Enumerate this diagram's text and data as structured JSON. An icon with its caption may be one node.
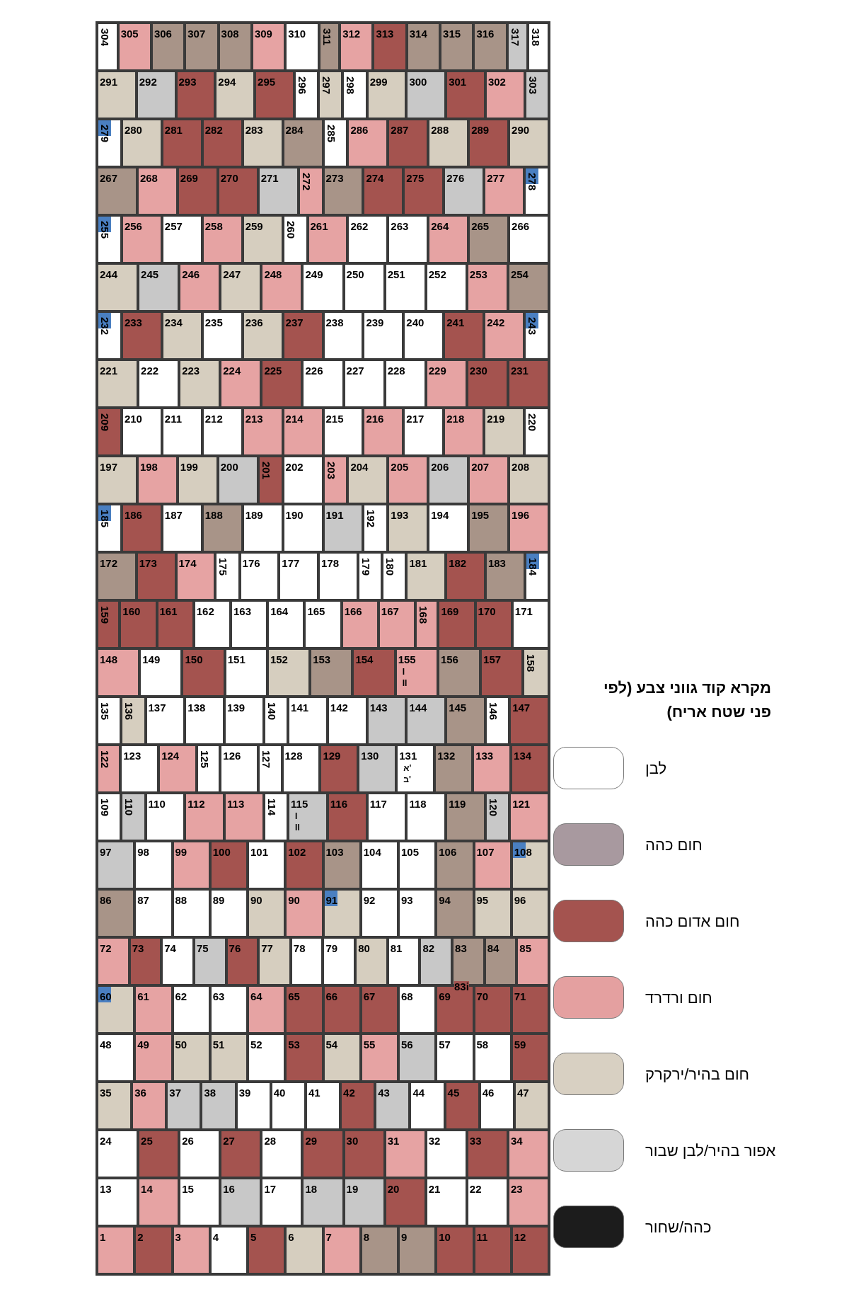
{
  "diagram": {
    "title": "מקרא קוד גווני צבע (לפי פני שטח אריח)",
    "nodes": [
      {
        "text": [
          "304"
        ]
      },
      {
        "text": [
          "305"
        ]
      },
      {
        "text": [
          "306"
        ]
      },
      {
        "text": [
          "307"
        ]
      },
      {
        "text": [
          "308"
        ]
      },
      {
        "text": [
          "309"
        ]
      },
      {
        "text": [
          "310"
        ]
      },
      {
        "text": [
          "311"
        ]
      },
      {
        "text": [
          "312"
        ]
      },
      {
        "text": [
          "313"
        ]
      },
      {
        "text": [
          "314"
        ]
      },
      {
        "text": [
          "315"
        ]
      },
      {
        "text": [
          "316"
        ]
      },
      {
        "text": [
          "317"
        ]
      },
      {
        "text": [
          "318"
        ]
      },
      {
        "text": [
          "291"
        ]
      },
      {
        "text": [
          "292"
        ]
      },
      {
        "text": [
          "293"
        ]
      },
      {
        "text": [
          "294"
        ]
      },
      {
        "text": [
          "295"
        ]
      },
      {
        "text": [
          "296"
        ]
      },
      {
        "text": [
          "297"
        ]
      },
      {
        "text": [
          "298"
        ]
      },
      {
        "text": [
          "299"
        ]
      },
      {
        "text": [
          "300"
        ]
      },
      {
        "text": [
          "301"
        ]
      },
      {
        "text": [
          "302"
        ]
      },
      {
        "text": [
          "303"
        ]
      },
      {
        "text": [
          "279"
        ]
      },
      {
        "text": [
          "280"
        ]
      },
      {
        "text": [
          "281"
        ]
      },
      {
        "text": [
          "282"
        ]
      },
      {
        "text": [
          "283"
        ]
      },
      {
        "text": [
          "284"
        ]
      },
      {
        "text": [
          "285"
        ]
      },
      {
        "text": [
          "286"
        ]
      },
      {
        "text": [
          "287"
        ]
      },
      {
        "text": [
          "288"
        ]
      },
      {
        "text": [
          "289"
        ]
      },
      {
        "text": [
          "290"
        ]
      },
      {
        "text": [
          "267"
        ]
      },
      {
        "text": [
          "268"
        ]
      },
      {
        "text": [
          "269"
        ]
      },
      {
        "text": [
          "270"
        ]
      },
      {
        "text": [
          "271"
        ]
      },
      {
        "text": [
          "272"
        ]
      },
      {
        "text": [
          "273"
        ]
      },
      {
        "text": [
          "274"
        ]
      },
      {
        "text": [
          "275"
        ]
      },
      {
        "text": [
          "276"
        ]
      },
      {
        "text": [
          "277"
        ]
      },
      {
        "text": [
          "278"
        ]
      },
      {
        "text": [
          "255"
        ]
      },
      {
        "text": [
          "256"
        ]
      },
      {
        "text": [
          "257"
        ]
      },
      {
        "text": [
          "258"
        ]
      },
      {
        "text": [
          "259"
        ]
      },
      {
        "text": [
          "260"
        ]
      },
      {
        "text": [
          "261"
        ]
      },
      {
        "text": [
          "262"
        ]
      },
      {
        "text": [
          "263"
        ]
      },
      {
        "text": [
          "264"
        ]
      },
      {
        "text": [
          "265"
        ]
      },
      {
        "text": [
          "266"
        ]
      },
      {
        "text": [
          "244"
        ]
      },
      {
        "text": [
          "245"
        ]
      },
      {
        "text": [
          "246"
        ]
      },
      {
        "text": [
          "247"
        ]
      },
      {
        "text": [
          "248"
        ]
      },
      {
        "text": [
          "249"
        ]
      },
      {
        "text": [
          "250"
        ]
      },
      {
        "text": [
          "251"
        ]
      },
      {
        "text": [
          "252"
        ]
      },
      {
        "text": [
          "253"
        ]
      },
      {
        "text": [
          "254"
        ]
      },
      {
        "text": [
          "232"
        ]
      },
      {
        "text": [
          "233"
        ]
      },
      {
        "text": [
          "234"
        ]
      },
      {
        "text": [
          "235"
        ]
      },
      {
        "text": [
          "236"
        ]
      },
      {
        "text": [
          "237"
        ]
      },
      {
        "text": [
          "238"
        ]
      },
      {
        "text": [
          "239"
        ]
      },
      {
        "text": [
          "240"
        ]
      },
      {
        "text": [
          "241"
        ]
      },
      {
        "text": [
          "242"
        ]
      },
      {
        "text": [
          "243"
        ]
      },
      {
        "text": [
          "221"
        ]
      },
      {
        "text": [
          "222"
        ]
      },
      {
        "text": [
          "223"
        ]
      },
      {
        "text": [
          "224"
        ]
      },
      {
        "text": [
          "225"
        ]
      },
      {
        "text": [
          "226"
        ]
      },
      {
        "text": [
          "227"
        ]
      },
      {
        "text": [
          "228"
        ]
      },
      {
        "text": [
          "229"
        ]
      },
      {
        "text": [
          "230"
        ]
      },
      {
        "text": [
          "231"
        ]
      },
      {
        "text": [
          "209"
        ]
      },
      {
        "text": [
          "210"
        ]
      },
      {
        "text": [
          "211"
        ]
      },
      {
        "text": [
          "212"
        ]
      },
      {
        "text": [
          "213"
        ]
      },
      {
        "text": [
          "214"
        ]
      },
      {
        "text": [
          "215"
        ]
      },
      {
        "text": [
          "216"
        ]
      },
      {
        "text": [
          "217"
        ]
      },
      {
        "text": [
          "218"
        ]
      },
      {
        "text": [
          "219"
        ]
      },
      {
        "text": [
          "220"
        ]
      },
      {
        "text": [
          "197"
        ]
      },
      {
        "text": [
          "198"
        ]
      },
      {
        "text": [
          "199"
        ]
      },
      {
        "text": [
          "200"
        ]
      },
      {
        "text": [
          "201"
        ]
      },
      {
        "text": [
          "202"
        ]
      },
      {
        "text": [
          "203"
        ]
      },
      {
        "text": [
          "204"
        ]
      },
      {
        "text": [
          "205"
        ]
      },
      {
        "text": [
          "206"
        ]
      },
      {
        "text": [
          "207"
        ]
      },
      {
        "text": [
          "208"
        ]
      },
      {
        "text": [
          "185"
        ]
      },
      {
        "text": [
          "186"
        ]
      },
      {
        "text": [
          "187"
        ]
      },
      {
        "text": [
          "188"
        ]
      },
      {
        "text": [
          "189"
        ]
      },
      {
        "text": [
          "190"
        ]
      },
      {
        "text": [
          "191"
        ]
      },
      {
        "text": [
          "192"
        ]
      },
      {
        "text": [
          "193"
        ]
      },
      {
        "text": [
          "194"
        ]
      },
      {
        "text": [
          "195"
        ]
      },
      {
        "text": [
          "196"
        ]
      },
      {
        "text": [
          "172"
        ]
      },
      {
        "text": [
          "173"
        ]
      },
      {
        "text": [
          "174"
        ]
      },
      {
        "text": [
          "175"
        ]
      },
      {
        "text": [
          "176"
        ]
      },
      {
        "text": [
          "177"
        ]
      },
      {
        "text": [
          "178"
        ]
      },
      {
        "text": [
          "179"
        ]
      },
      {
        "text": [
          "180"
        ]
      },
      {
        "text": [
          "181"
        ]
      },
      {
        "text": [
          "182"
        ]
      },
      {
        "text": [
          "183"
        ]
      },
      {
        "text": [
          "184"
        ]
      },
      {
        "text": [
          "159"
        ]
      },
      {
        "text": [
          "160"
        ]
      },
      {
        "text": [
          "161"
        ]
      },
      {
        "text": [
          "162"
        ]
      },
      {
        "text": [
          "163"
        ]
      },
      {
        "text": [
          "164"
        ]
      },
      {
        "text": [
          "165"
        ]
      },
      {
        "text": [
          "166"
        ]
      },
      {
        "text": [
          "167"
        ]
      },
      {
        "text": [
          "168"
        ]
      },
      {
        "text": [
          "169"
        ]
      },
      {
        "text": [
          "170"
        ]
      },
      {
        "text": [
          "171"
        ]
      },
      {
        "text": [
          "148"
        ]
      },
      {
        "text": [
          "149"
        ]
      },
      {
        "text": [
          "150"
        ]
      },
      {
        "text": [
          "151"
        ]
      },
      {
        "text": [
          "152"
        ]
      },
      {
        "text": [
          "153"
        ]
      },
      {
        "text": [
          "154"
        ]
      },
      {
        "text": [
          "155",
          "I",
          "II"
        ]
      },
      {
        "text": [
          "156"
        ]
      },
      {
        "text": [
          "157"
        ]
      },
      {
        "text": [
          "158"
        ]
      },
      {
        "text": [
          "135"
        ]
      },
      {
        "text": [
          "136"
        ]
      },
      {
        "text": [
          "137"
        ]
      },
      {
        "text": [
          "138"
        ]
      },
      {
        "text": [
          "139"
        ]
      },
      {
        "text": [
          "140"
        ]
      },
      {
        "text": [
          "141"
        ]
      },
      {
        "text": [
          "142"
        ]
      },
      {
        "text": [
          "143"
        ]
      },
      {
        "text": [
          "144"
        ]
      },
      {
        "text": [
          "145"
        ]
      },
      {
        "text": [
          "146"
        ]
      },
      {
        "text": [
          "147"
        ]
      },
      {
        "text": [
          "122"
        ]
      },
      {
        "text": [
          "123"
        ]
      },
      {
        "text": [
          "124"
        ]
      },
      {
        "text": [
          "125"
        ]
      },
      {
        "text": [
          "126"
        ]
      },
      {
        "text": [
          "127"
        ]
      },
      {
        "text": [
          "128"
        ]
      },
      {
        "text": [
          "129"
        ]
      },
      {
        "text": [
          "130"
        ]
      },
      {
        "text": [
          "131",
          "א'",
          "ב'"
        ]
      },
      {
        "text": [
          "132"
        ]
      },
      {
        "text": [
          "133"
        ]
      },
      {
        "text": [
          "134"
        ]
      },
      {
        "text": [
          "109"
        ]
      },
      {
        "text": [
          "110"
        ]
      },
      {
        "text": [
          "110"
        ]
      },
      {
        "text": [
          "112"
        ]
      },
      {
        "text": [
          "113"
        ]
      },
      {
        "text": [
          "114"
        ]
      },
      {
        "text": [
          "115",
          "I",
          "II"
        ]
      },
      {
        "text": [
          "116"
        ]
      },
      {
        "text": [
          "117"
        ]
      },
      {
        "text": [
          "118"
        ]
      },
      {
        "text": [
          "119"
        ]
      },
      {
        "text": [
          "120"
        ]
      },
      {
        "text": [
          "121"
        ]
      },
      {
        "text": [
          "97"
        ]
      },
      {
        "text": [
          "98"
        ]
      },
      {
        "text": [
          "99"
        ]
      },
      {
        "text": [
          "100"
        ]
      },
      {
        "text": [
          "101"
        ]
      },
      {
        "text": [
          "102"
        ]
      },
      {
        "text": [
          "103"
        ]
      },
      {
        "text": [
          "104"
        ]
      },
      {
        "text": [
          "105"
        ]
      },
      {
        "text": [
          "106"
        ]
      },
      {
        "text": [
          "107"
        ]
      },
      {
        "text": [
          "108"
        ]
      },
      {
        "text": [
          "86"
        ]
      },
      {
        "text": [
          "87"
        ]
      },
      {
        "text": [
          "88"
        ]
      },
      {
        "text": [
          "89"
        ]
      },
      {
        "text": [
          "90"
        ]
      },
      {
        "text": [
          "90"
        ]
      },
      {
        "text": [
          "91"
        ]
      },
      {
        "text": [
          "92"
        ]
      },
      {
        "text": [
          "93"
        ]
      },
      {
        "text": [
          "94"
        ]
      },
      {
        "text": [
          "95"
        ]
      },
      {
        "text": [
          "96"
        ]
      },
      {
        "text": [
          "72"
        ]
      },
      {
        "text": [
          "73"
        ]
      },
      {
        "text": [
          "74"
        ]
      },
      {
        "text": [
          "75"
        ]
      },
      {
        "text": [
          "76"
        ]
      },
      {
        "text": [
          "77"
        ]
      },
      {
        "text": [
          "78"
        ]
      },
      {
        "text": [
          "79"
        ]
      },
      {
        "text": [
          "80"
        ]
      },
      {
        "text": [
          "81"
        ]
      },
      {
        "text": [
          "82"
        ]
      },
      {
        "text": [
          "83"
        ]
      },
      {
        "text": [
          "84"
        ]
      },
      {
        "text": [
          "85"
        ]
      },
      {
        "text": [
          "60"
        ]
      },
      {
        "text": [
          "61"
        ]
      },
      {
        "text": [
          "62"
        ]
      },
      {
        "text": [
          "63"
        ]
      },
      {
        "text": [
          "64"
        ]
      },
      {
        "text": [
          "65"
        ]
      },
      {
        "text": [
          "66"
        ]
      },
      {
        "text": [
          "67"
        ]
      },
      {
        "text": [
          "68"
        ]
      },
      {
        "text": [
          "69"
        ]
      },
      {
        "text": [
          "70"
        ]
      },
      {
        "text": [
          "71"
        ]
      },
      {
        "text": [
          "48"
        ]
      },
      {
        "text": [
          "49"
        ]
      },
      {
        "text": [
          "50"
        ]
      },
      {
        "text": [
          "51"
        ]
      },
      {
        "text": [
          "52"
        ]
      },
      {
        "text": [
          "53"
        ]
      },
      {
        "text": [
          "54"
        ]
      },
      {
        "text": [
          "55"
        ]
      },
      {
        "text": [
          "56"
        ]
      },
      {
        "text": [
          "57"
        ]
      },
      {
        "text": [
          "58"
        ]
      },
      {
        "text": [
          "59"
        ]
      },
      {
        "text": [
          "35"
        ]
      },
      {
        "text": [
          "36"
        ]
      },
      {
        "text": [
          "37"
        ]
      },
      {
        "text": [
          "38"
        ]
      },
      {
        "text": [
          "39"
        ]
      },
      {
        "text": [
          "40"
        ]
      },
      {
        "text": [
          "41"
        ]
      },
      {
        "text": [
          "42"
        ]
      },
      {
        "text": [
          "43"
        ]
      },
      {
        "text": [
          "44"
        ]
      },
      {
        "text": [
          "45"
        ]
      },
      {
        "text": [
          "46"
        ]
      },
      {
        "text": [
          "47"
        ]
      },
      {
        "text": [
          "24"
        ]
      },
      {
        "text": [
          "25"
        ]
      },
      {
        "text": [
          "26"
        ]
      },
      {
        "text": [
          "27"
        ]
      },
      {
        "text": [
          "28"
        ]
      },
      {
        "text": [
          "29"
        ]
      },
      {
        "text": [
          "30"
        ]
      },
      {
        "text": [
          "31"
        ]
      },
      {
        "text": [
          "32"
        ]
      },
      {
        "text": [
          "33"
        ]
      },
      {
        "text": [
          "34"
        ]
      },
      {
        "text": [
          "13"
        ]
      },
      {
        "text": [
          "14"
        ]
      },
      {
        "text": [
          "15"
        ]
      },
      {
        "text": [
          "16"
        ]
      },
      {
        "text": [
          "17"
        ]
      },
      {
        "text": [
          "18"
        ]
      },
      {
        "text": [
          "19"
        ]
      },
      {
        "text": [
          "20"
        ]
      },
      {
        "text": [
          "21"
        ]
      },
      {
        "text": [
          "22"
        ]
      },
      {
        "text": [
          "23"
        ]
      },
      {
        "text": [
          "1"
        ]
      },
      {
        "text": [
          "2"
        ]
      },
      {
        "text": [
          "3"
        ]
      },
      {
        "text": [
          "4"
        ]
      },
      {
        "text": [
          "5"
        ]
      },
      {
        "text": [
          "6"
        ]
      },
      {
        "text": [
          "7"
        ]
      },
      {
        "text": [
          "8"
        ]
      },
      {
        "text": [
          "9"
        ]
      },
      {
        "text": [
          "10"
        ]
      },
      {
        "text": [
          "11"
        ]
      },
      {
        "text": [
          "12"
        ]
      }
    ],
    "labels": [
      "83i"
    ],
    "legend": [
      {
        "text": "לבן",
        "color": "#ffffff"
      },
      {
        "text": "חום כהה",
        "color": "#a8999f"
      },
      {
        "text": "חום אדום כהה",
        "color": "#a4534f"
      },
      {
        "text": "חום ורדרד",
        "color": "#e4a0a0"
      },
      {
        "text": "חום בהיר/ירקרק",
        "color": "#d8d0c2"
      },
      {
        "text": "אפור בהיר/לבן שבור",
        "color": "#d6d6d6"
      },
      {
        "text": "כהה/שחור",
        "color": "#1c1c1c"
      }
    ]
  }
}
